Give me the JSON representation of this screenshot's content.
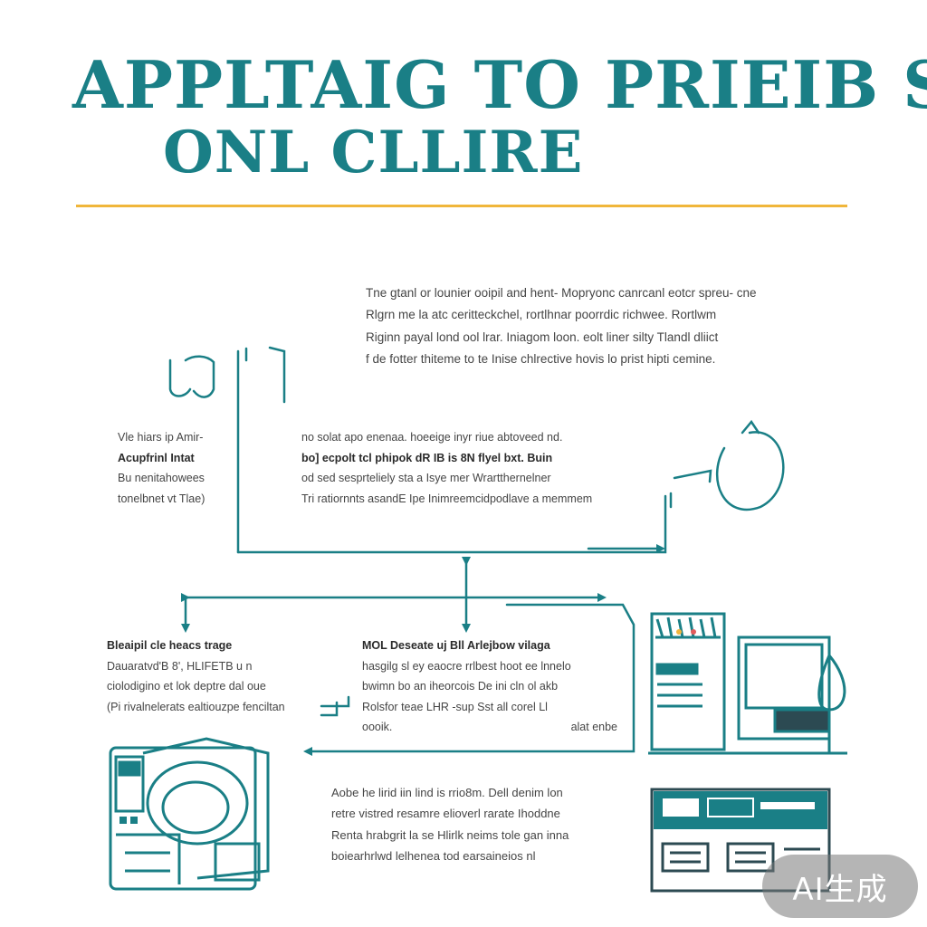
{
  "title": {
    "line1": "APPLTAIG TO PRIEIB S",
    "line2": "ONL CLLIRE"
  },
  "intro_text": [
    "Tne gtanl or lounier ooipil and hent- Mopryonc canrcanl eotcr spreu- cne",
    "Rlgrn me la atc ceritteckchel, rortlhnar poorrdic richwee. Rortlwm",
    "Riginn payal lond ool lrar. Iniagom loon. eolt liner silty Tlandl dliict",
    "f de fotter thiteme to te Inise chlrective hovis lo prist hipti cemine."
  ],
  "nodes": {
    "left_top": [
      "Vle hiars ip Amir-",
      "Acupfrinl Intat",
      "Bu nenitahowees",
      "tonelbnet vt Tlae)"
    ],
    "center_top": [
      "no solat apo enenaa. hoeeige inyr riue abtoveed nd.",
      "bo] ecpolt tcl phipok dR IB is 8N flyel bxt. Buin",
      "od sed sesprteliely sta a Isye mer Wrartthernelner",
      "Tri ratiornnts asandE Ipe Inimreemcidpodlave a memmem"
    ],
    "left_bottom": [
      "Bleaipil cle heacs trage",
      "Dauaratvd'B 8', HLIFETB u n",
      "ciolodigino et lok deptre dal oue",
      "(Pi rivalnelerats ealtiouzpe fenciltan"
    ],
    "center_bottom": [
      "MOL Deseate uj Bll Arlejbow vilaga",
      "hasgilg sl ey eaocre rrlbest hoot ee lnnelo",
      "bwimn bo an iheorcois De ini cln ol akb",
      "Rolsfor teae LHR -sup Sst all corel Ll",
      "oooik.",
      "alat enbe"
    ],
    "bottom_text": [
      "Aobe he lirid iin lind is rrio8m. Dell denim lon",
      "retre vistred resamre elioverl rarate Ihoddne",
      "Renta hrabgrit la se Hlirlk neims tole gan inna",
      "boiearhrlwd lelhenea tod earsaineios nl"
    ]
  },
  "watermark": "AI生成",
  "colors": {
    "teal": "#1a7f86",
    "accent": "#f0b63b",
    "text": "#454545"
  }
}
